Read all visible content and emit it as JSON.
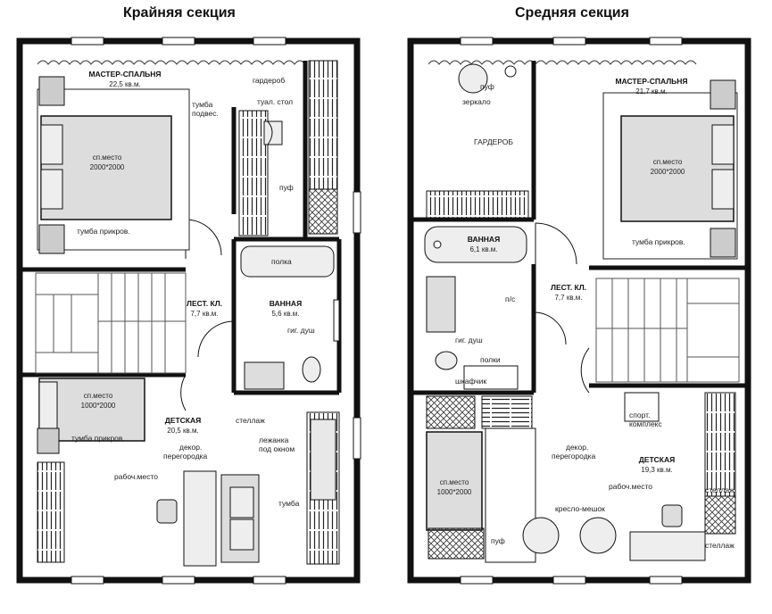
{
  "left": {
    "title": "Крайняя секция",
    "master": {
      "name": "МАСТЕР-СПАЛЬНЯ",
      "area": "22,5 кв.м."
    },
    "stair": {
      "name": "ЛЕСТ. КЛ.",
      "area": "7,7 кв.м."
    },
    "bath": {
      "name": "ВАННАЯ",
      "area": "5,6 кв.м."
    },
    "kids": {
      "name": "ДЕТСКАЯ",
      "area": "20,5 кв.м."
    },
    "bed_big": {
      "line1": "сп.место",
      "line2": "2000*2000"
    },
    "bed_small": {
      "line1": "сп.место",
      "line2": "1000*2000"
    },
    "labels": {
      "garderob": "гардероб",
      "tumba_podves_1": "тумба",
      "tumba_podves_2": "подвес.",
      "tual_stol": "туал. стол",
      "puf": "пуф",
      "tumba_prikrov_top": "тумба прикров.",
      "polka": "полка",
      "gig_dush": "гиг. душ",
      "stellazh": "стеллаж",
      "lezhanka_1": "лежанка",
      "lezhanka_2": "под окном",
      "tumba_prikrov_kids": "тумба прикров.",
      "dekor_1": "декор.",
      "dekor_2": "перегородка",
      "rabochee": "рабоч.место",
      "tumba": "тумба"
    }
  },
  "right": {
    "title": "Средняя секция",
    "master": {
      "name": "МАСТЕР-СПАЛЬНЯ",
      "area": "21,7 кв.м."
    },
    "garderob": "ГАРДЕРОБ",
    "bath": {
      "name": "ВАННАЯ",
      "area": "6,1 кв.м."
    },
    "stair": {
      "name": "ЛЕСТ. КЛ.",
      "area": "7,7 кв.м."
    },
    "kids": {
      "name": "ДЕТСКАЯ",
      "area": "19,3 кв.м."
    },
    "bed_big": {
      "line1": "сп.место",
      "line2": "2000*2000"
    },
    "bed_small": {
      "line1": "сп.место",
      "line2": "1000*2000"
    },
    "labels": {
      "puf_top": "пуф",
      "zerkalo": "зеркало",
      "tumba_prikrov": "тумба прикров.",
      "ps": "п/с",
      "gig_dush": "гиг. душ",
      "polki": "полки",
      "shkafchik": "шкафчик",
      "sport_1": "спорт.",
      "sport_2": "комплекс",
      "dekor_1": "декор.",
      "dekor_2": "перегородка",
      "rabochee": "рабоч.место",
      "stellazh_1": "стеллаж",
      "kreslo": "кресло-мешок",
      "puf_bottom": "пуф",
      "stellazh_2": "стеллаж"
    }
  }
}
